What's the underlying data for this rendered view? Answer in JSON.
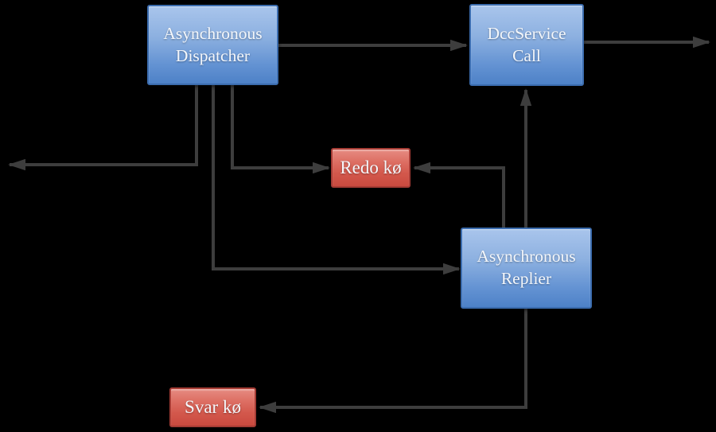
{
  "diagram": {
    "background_color": "#000000",
    "arrow_color": "#3d3d3d",
    "node_colors": {
      "blue_fill_top": "#a9c5ec",
      "blue_fill_bottom": "#4d81c7",
      "blue_border": "#3b6cae",
      "red_fill_top": "#e68c82",
      "red_fill_bottom": "#ca4a3f",
      "red_border": "#a63c35",
      "label_text": "#f4f7fb"
    },
    "nodes": {
      "dispatcher": {
        "label": "Asynchronous\nDispatcher",
        "style": "blue"
      },
      "dcc_service": {
        "label": "DccService\nCall",
        "style": "blue"
      },
      "redo_queue": {
        "label": "Redo kø",
        "style": "red"
      },
      "replier": {
        "label": "Asynchronous\nReplier",
        "style": "blue"
      },
      "svar_queue": {
        "label": "Svar kø",
        "style": "red"
      }
    },
    "edges": [
      {
        "from": "dispatcher",
        "to": "dcc_service"
      },
      {
        "from": "dcc_service",
        "to": "off-canvas-right"
      },
      {
        "from": "dispatcher",
        "to": "off-canvas-left"
      },
      {
        "from": "dispatcher",
        "to": "replier"
      },
      {
        "from": "dispatcher",
        "to": "redo_queue"
      },
      {
        "from": "replier",
        "to": "redo_queue"
      },
      {
        "from": "replier",
        "to": "dcc_service"
      },
      {
        "from": "replier",
        "to": "svar_queue"
      }
    ]
  }
}
